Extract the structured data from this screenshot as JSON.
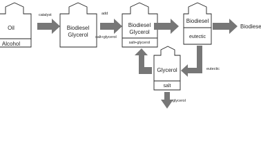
{
  "bottle1": {
    "top": "Oil",
    "bottom": "Alcohol"
  },
  "bottle2": {
    "line1": "Biodiesel",
    "line2": "Glycerol"
  },
  "bottle3": {
    "line1": "Biodiesel",
    "line2": "Glycerol",
    "bottom": "salt+glycerol"
  },
  "bottle4": {
    "top": "Biodiesel",
    "bottom": "eutectic"
  },
  "bottle5": {
    "top": "Glycerol",
    "bottom": "salt"
  },
  "labels": {
    "catalyst": "catalyst",
    "add": "add",
    "salt_glycerol": "salt+glycerol",
    "eutectic": "eutectic",
    "glycerol": "glycerol",
    "biodiesel_output": "Biodiesel"
  }
}
